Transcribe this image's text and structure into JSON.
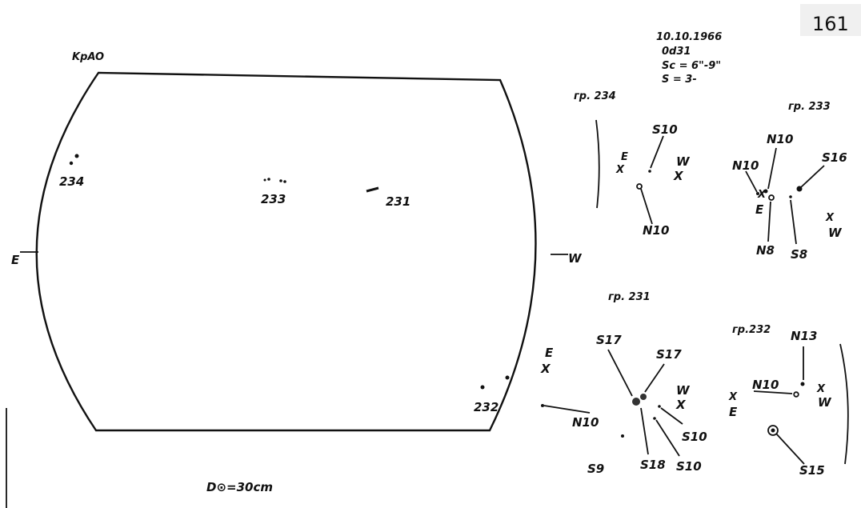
{
  "page_number": "161",
  "header": {
    "station": "KpAO",
    "date": "10.10.1966",
    "time": "0d31",
    "seeing": "Sc = 6\"-9\"",
    "quality": "S = 3-"
  },
  "disk": {
    "east_label": "E",
    "west_label": "W",
    "groups": [
      "234",
      "233",
      "231",
      "232"
    ],
    "diameter_label": "D⊙=30cm"
  },
  "panels": {
    "g234": {
      "title": "гр. 234",
      "labels": [
        "S10",
        "N10",
        "E",
        "X",
        "W",
        "X"
      ]
    },
    "g233": {
      "title": "гр. 233",
      "labels": [
        "N10",
        "N10",
        "S16",
        "X",
        "E",
        "X",
        "W",
        "N8",
        "S8"
      ]
    },
    "g231": {
      "title": "гр. 231",
      "labels": [
        "S17",
        "S17",
        "E",
        "X",
        "W",
        "X",
        "N10",
        "S10",
        "S9",
        "S18",
        "S10"
      ]
    },
    "g232": {
      "title": "гр.232",
      "labels": [
        "N13",
        "N10",
        "X",
        "E",
        "X",
        "W",
        "S15"
      ]
    }
  }
}
